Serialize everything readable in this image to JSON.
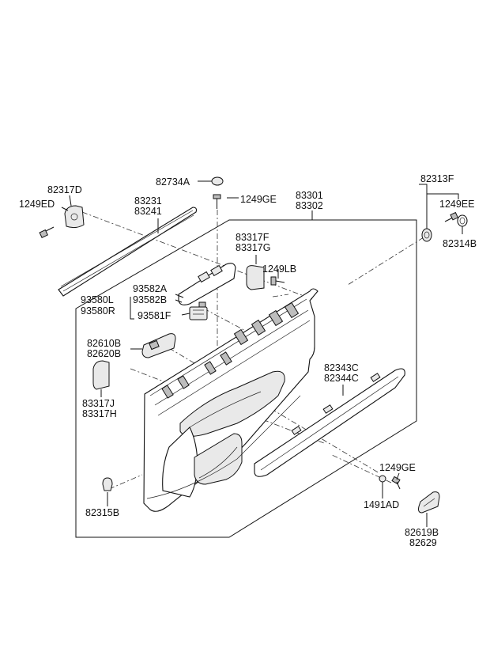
{
  "labels": {
    "p82734A": "82734A",
    "p1249GE_top": "1249GE",
    "p83301": "83301",
    "p83302": "83302",
    "p82313F": "82313F",
    "p1249EE": "1249EE",
    "p82314B": "82314B",
    "p82317D": "82317D",
    "p1249ED": "1249ED",
    "p83231": "83231",
    "p83241": "83241",
    "p83317F": "83317F",
    "p83317G": "83317G",
    "p1249LB": "1249LB",
    "p93582A": "93582A",
    "p93582B": "93582B",
    "p93580L": "93580L",
    "p93580R": "93580R",
    "p93581F": "93581F",
    "p82610B": "82610B",
    "p82620B": "82620B",
    "p82343C": "82343C",
    "p82344C": "82344C",
    "p83317J": "83317J",
    "p83317H": "83317H",
    "p1249GE_bottom": "1249GE",
    "p1491AD": "1491AD",
    "p82315B": "82315B",
    "p82619B": "82619B",
    "p82629": "82629"
  }
}
